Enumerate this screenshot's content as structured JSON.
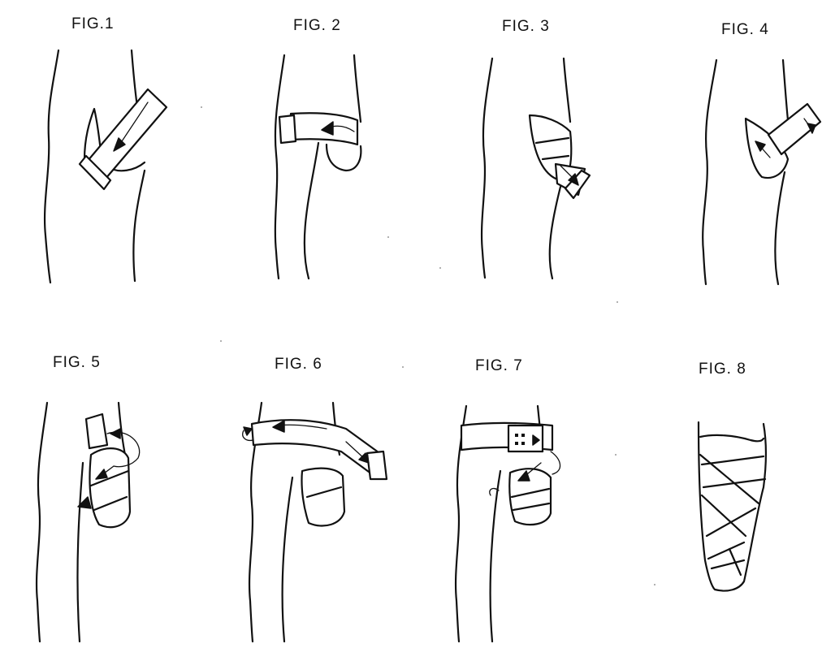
{
  "figures": [
    {
      "label": "FIG.1"
    },
    {
      "label": "FIG. 2"
    },
    {
      "label": "FIG. 3"
    },
    {
      "label": "FIG. 4"
    },
    {
      "label": "FIG. 5"
    },
    {
      "label": "FIG. 6"
    },
    {
      "label": "FIG. 7"
    },
    {
      "label": "FIG. 8"
    }
  ],
  "colors": {
    "ink": "#111111",
    "background": "#ffffff"
  }
}
